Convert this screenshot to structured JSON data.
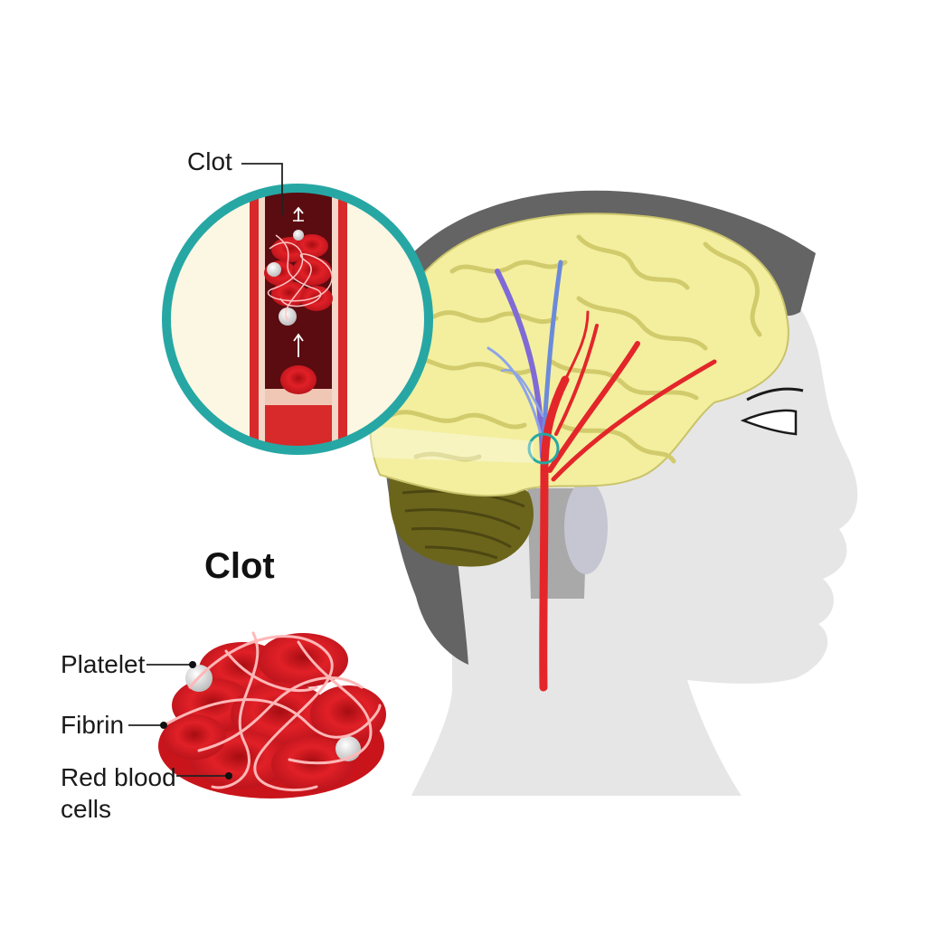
{
  "labels": {
    "clot_callout": "Clot",
    "clot_title": "Clot",
    "platelet": "Platelet",
    "fibrin": "Fibrin",
    "red_blood_cells_line1": "Red blood",
    "red_blood_cells_line2": "cells"
  },
  "colors": {
    "skull": "#646464",
    "skin": "#e6e6e6",
    "brain": "#f3ef9f",
    "brain_fold": "#d8d27a",
    "cerebellum": "#6b651c",
    "artery": "#e3262a",
    "vein": "#7f6ad6",
    "magnifier_ring": "#27a7a4",
    "blood_dark": "#5a0c10",
    "rbc": "#d6171d",
    "fibrin": "#ffb7b7",
    "platelet": "#f2f2f2"
  }
}
